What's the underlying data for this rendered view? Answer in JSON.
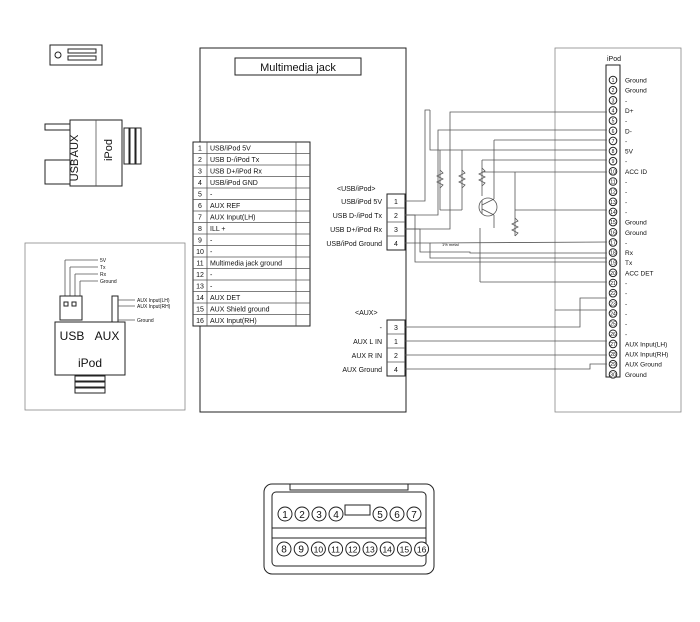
{
  "main_box": {
    "title": "Multimedia jack"
  },
  "pin_table": {
    "rows": [
      {
        "n": "1",
        "label": "USB/iPod 5V"
      },
      {
        "n": "2",
        "label": "USB D-/iPod Tx"
      },
      {
        "n": "3",
        "label": "USB D+/iPod Rx"
      },
      {
        "n": "4",
        "label": "USB/iPod GND"
      },
      {
        "n": "5",
        "label": "-"
      },
      {
        "n": "6",
        "label": "AUX REF"
      },
      {
        "n": "7",
        "label": "AUX Input(LH)"
      },
      {
        "n": "8",
        "label": "ILL +"
      },
      {
        "n": "9",
        "label": "-"
      },
      {
        "n": "10",
        "label": "-"
      },
      {
        "n": "11",
        "label": "Multimedia jack ground"
      },
      {
        "n": "12",
        "label": "-"
      },
      {
        "n": "13",
        "label": "-"
      },
      {
        "n": "14",
        "label": "AUX DET"
      },
      {
        "n": "15",
        "label": "AUX Shield ground"
      },
      {
        "n": "16",
        "label": "AUX Input(RH)"
      }
    ]
  },
  "usb_group": {
    "header": "<USB/iPod>",
    "pins": [
      {
        "label": "USB/iPod 5V",
        "n": "1"
      },
      {
        "label": "USB D-/iPod Tx",
        "n": "2"
      },
      {
        "label": "USB D+/iPod Rx",
        "n": "3"
      },
      {
        "label": "USB/iPod Ground",
        "n": "4"
      }
    ]
  },
  "aux_group": {
    "header": "<AUX>",
    "pins": [
      {
        "label": "-",
        "n": "3"
      },
      {
        "label": "AUX L IN",
        "n": "1"
      },
      {
        "label": "AUX R IN",
        "n": "2"
      },
      {
        "label": "AUX Ground",
        "n": "4"
      }
    ]
  },
  "ipod_box": {
    "title": "iPod",
    "pins": [
      {
        "n": "1",
        "label": "Ground"
      },
      {
        "n": "2",
        "label": "Ground"
      },
      {
        "n": "3",
        "label": "-"
      },
      {
        "n": "4",
        "label": "D+"
      },
      {
        "n": "5",
        "label": "-"
      },
      {
        "n": "6",
        "label": "D-"
      },
      {
        "n": "7",
        "label": "-"
      },
      {
        "n": "8",
        "label": "5V"
      },
      {
        "n": "9",
        "label": "-"
      },
      {
        "n": "10",
        "label": "ACC ID"
      },
      {
        "n": "11",
        "label": "-"
      },
      {
        "n": "12",
        "label": "-"
      },
      {
        "n": "13",
        "label": "-"
      },
      {
        "n": "14",
        "label": "-"
      },
      {
        "n": "15",
        "label": "Ground"
      },
      {
        "n": "16",
        "label": "Ground"
      },
      {
        "n": "17",
        "label": "-"
      },
      {
        "n": "18",
        "label": "Rx"
      },
      {
        "n": "19",
        "label": "Tx"
      },
      {
        "n": "20",
        "label": "ACC DET"
      },
      {
        "n": "21",
        "label": "-"
      },
      {
        "n": "22",
        "label": "-"
      },
      {
        "n": "23",
        "label": "-"
      },
      {
        "n": "24",
        "label": "-"
      },
      {
        "n": "25",
        "label": "-"
      },
      {
        "n": "26",
        "label": "-"
      },
      {
        "n": "27",
        "label": "AUX Input(LH)"
      },
      {
        "n": "28",
        "label": "AUX Input(RH)"
      },
      {
        "n": "29",
        "label": "AUX Ground"
      },
      {
        "n": "30",
        "label": "Ground"
      }
    ]
  },
  "circuit_note": "1% metal",
  "jack_icon": {
    "aux": "AUX",
    "usb": "USB",
    "ipod": "iPod"
  },
  "jack_detail": {
    "usb": "USB",
    "aux": "AUX",
    "ipod": "iPod",
    "usb_wires": [
      "5V",
      "Tx",
      "Rx",
      "Ground"
    ],
    "aux_wires": [
      "AUX Input(LH)",
      "AUX Input(RH)",
      "Ground"
    ]
  },
  "connector": {
    "top_row": [
      "1",
      "2",
      "3",
      "4",
      "5",
      "6",
      "7"
    ],
    "bottom_row": [
      "8",
      "9",
      "10",
      "11",
      "12",
      "13",
      "14",
      "15",
      "16"
    ]
  }
}
